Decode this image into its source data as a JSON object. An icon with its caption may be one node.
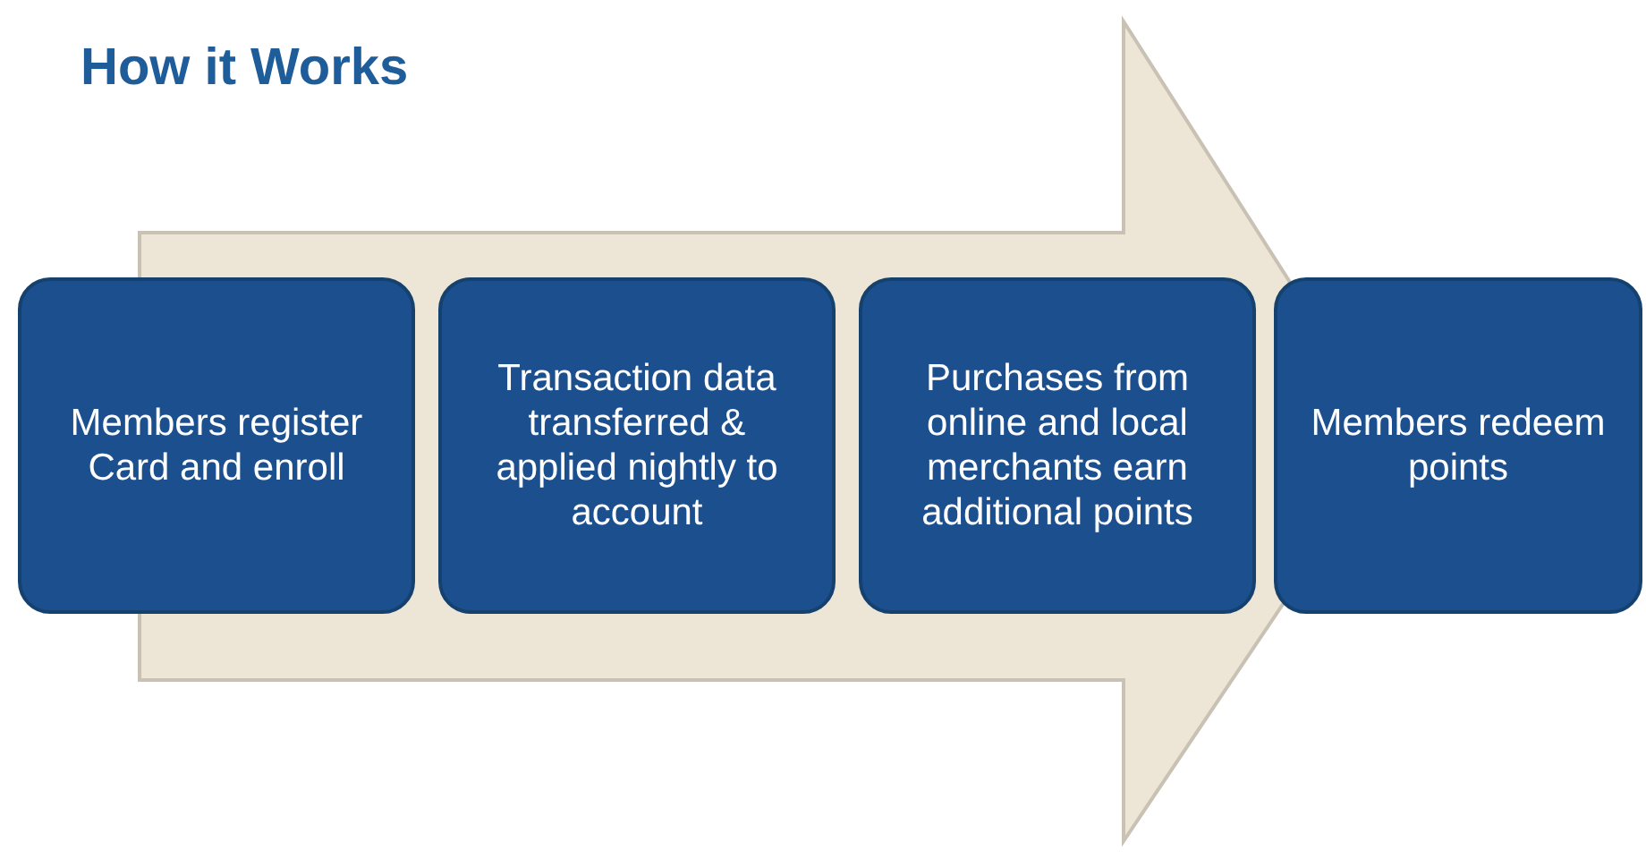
{
  "diagram": {
    "title": "How it Works",
    "nodes": [
      {
        "text": [
          "Members register Card and enroll"
        ]
      },
      {
        "text": [
          "Transaction data transferred & applied nightly to account"
        ]
      },
      {
        "text": [
          "Purchases from online and local merchants earn additional points"
        ]
      },
      {
        "text": [
          "Members redeem points"
        ]
      }
    ],
    "edges": [
      {
        "from": 0,
        "to": 3,
        "arrow": "to"
      }
    ]
  }
}
